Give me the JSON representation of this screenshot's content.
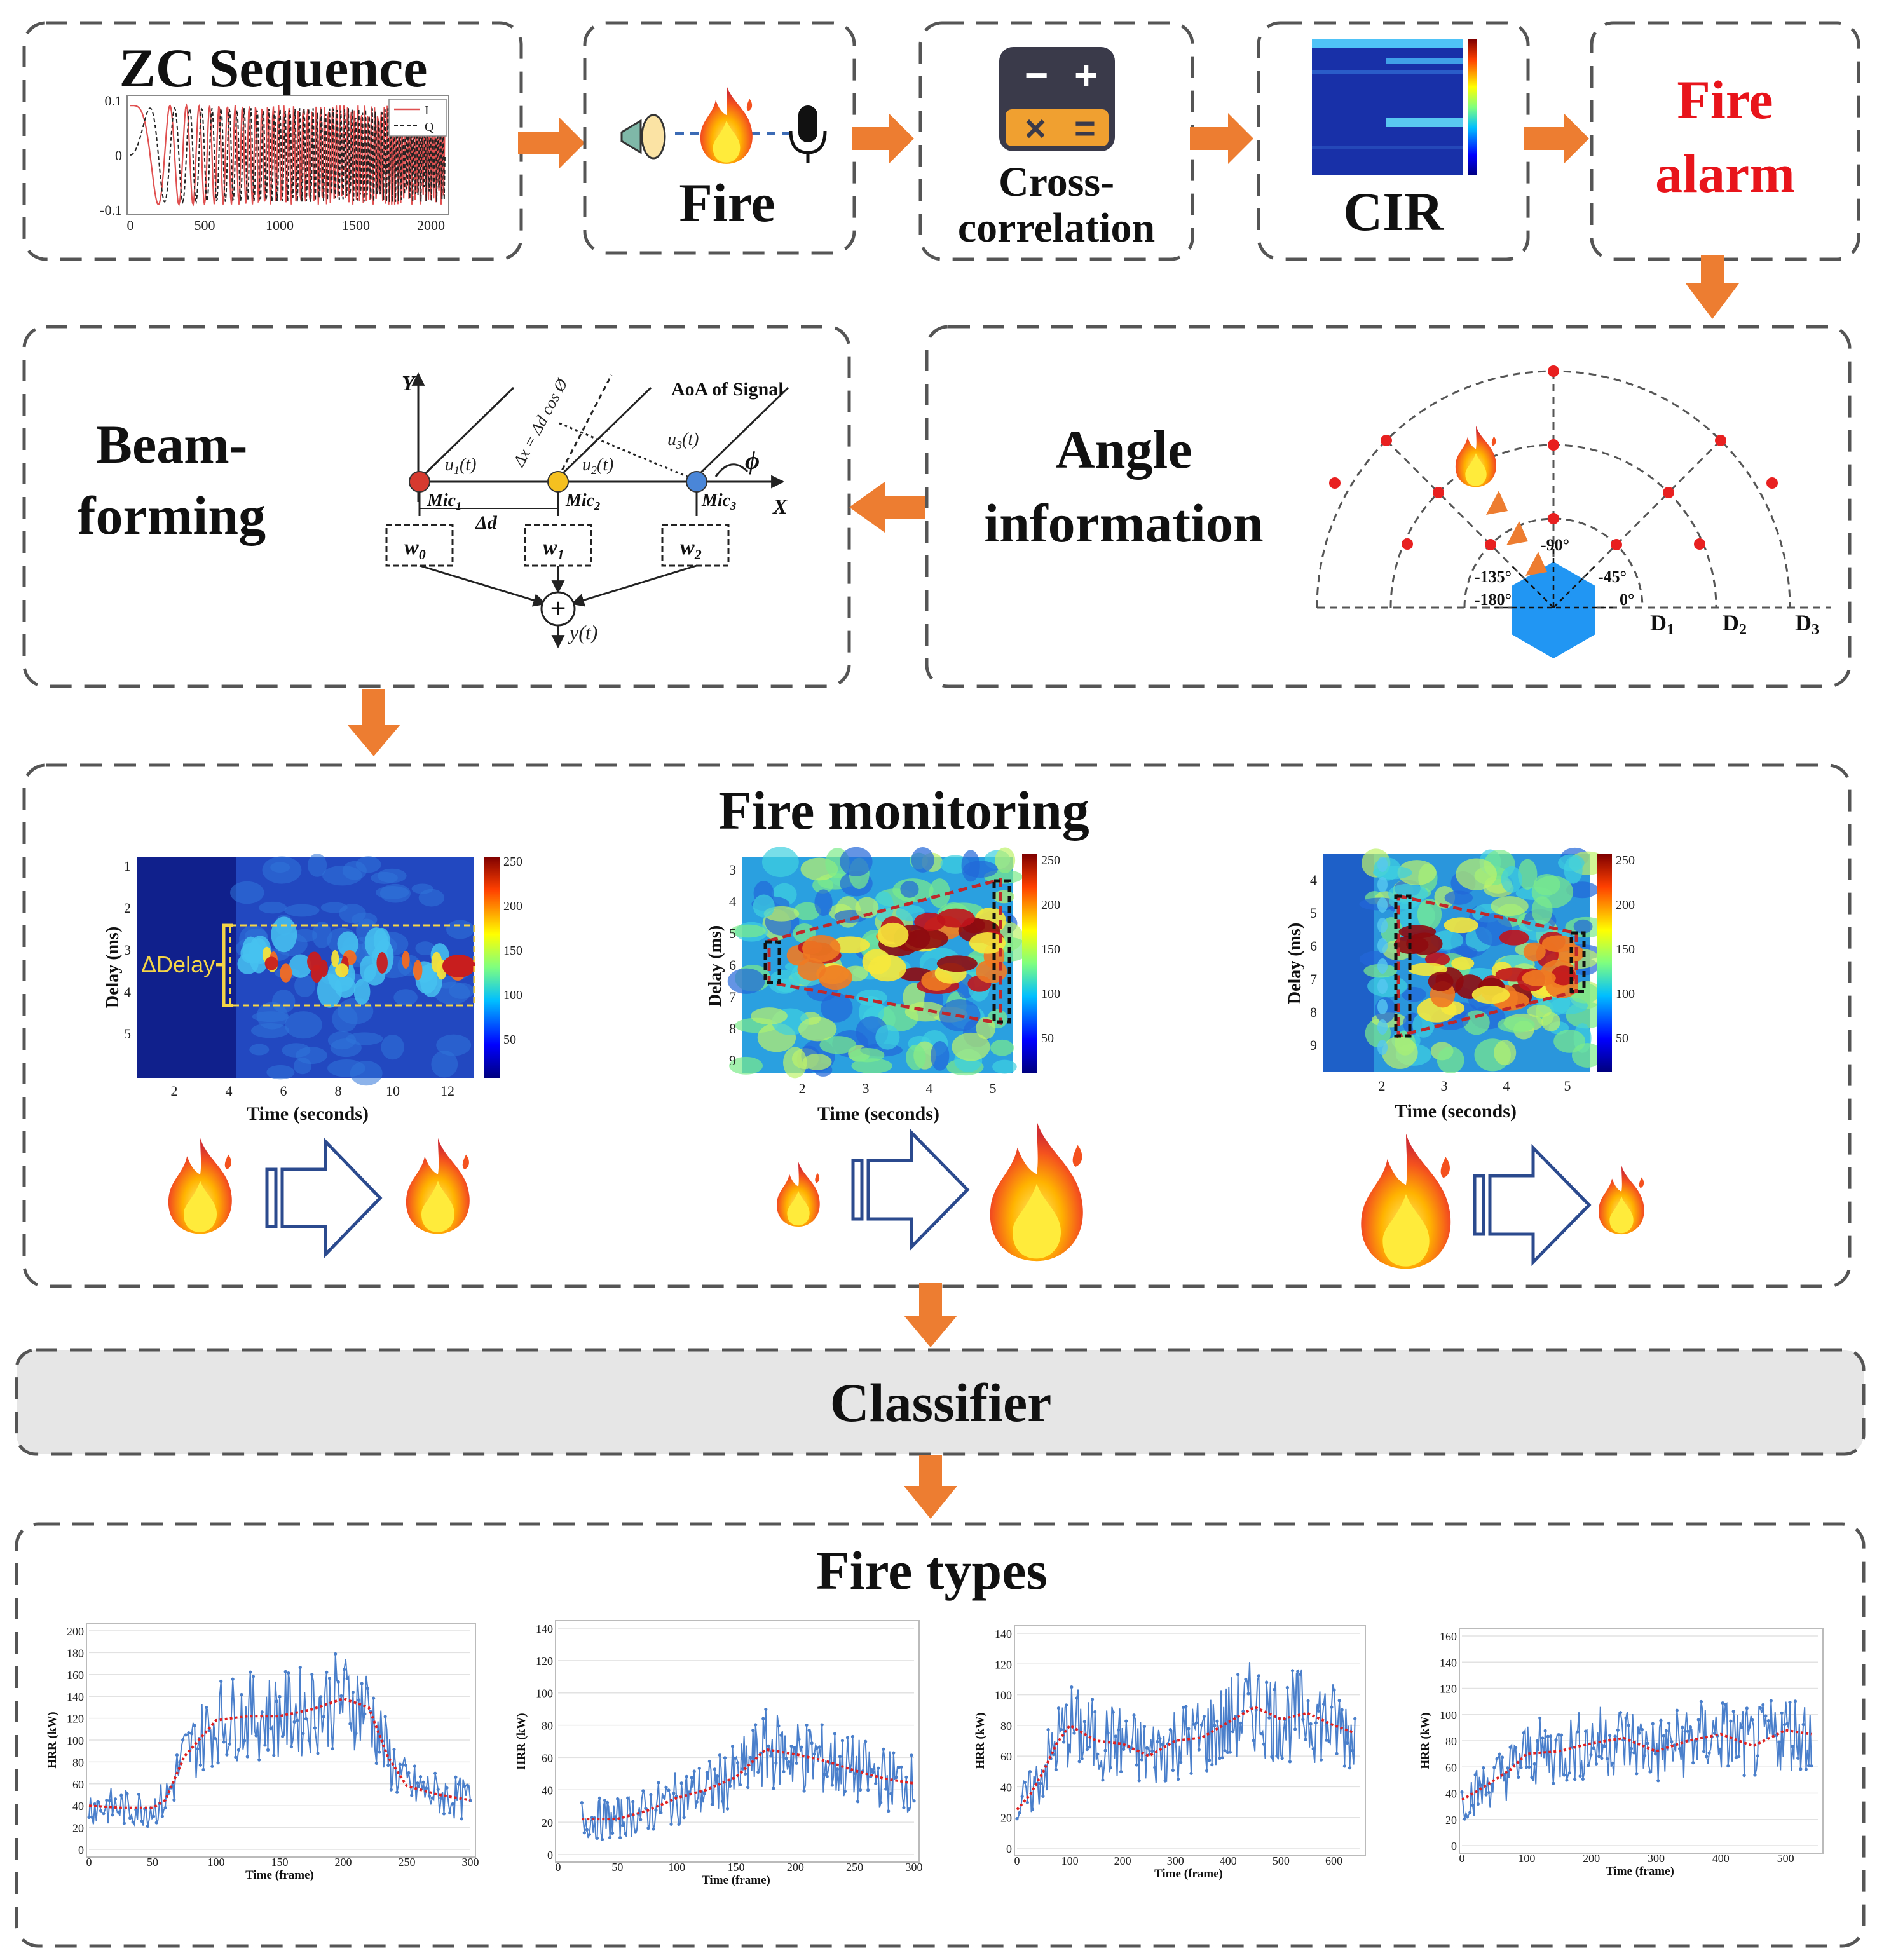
{
  "colors": {
    "arrow": "#ED7D31",
    "alarm": "#E8141B",
    "box_border": "#555555",
    "classifier_bg": "#E6E6E6",
    "hrr_line": "#4A7FCB",
    "hrr_trend": "#E02020"
  },
  "top_row": {
    "zc": {
      "title": "ZC Sequence",
      "y_ticks": [
        "0.1",
        "0",
        "-0.1"
      ],
      "x_ticks": [
        "0",
        "500",
        "1000",
        "1500",
        "2000"
      ],
      "legend": [
        "I",
        "Q"
      ]
    },
    "fire": {
      "label": "Fire",
      "icons": [
        "speaker-icon",
        "flame-icon",
        "microphone-icon"
      ]
    },
    "xcorr": {
      "label_line1": "Cross-",
      "label_line2": "correlation",
      "icon": "calculator-icon"
    },
    "cir": {
      "label": "CIR"
    },
    "alarm": {
      "line1": "Fire",
      "line2": "alarm"
    }
  },
  "beamforming": {
    "title_line1": "Beam-",
    "title_line2": "forming",
    "axis_y": "Y",
    "axis_x": "X",
    "aoa": "AoA of Signal",
    "dx": "Δx = Δd cos Ø",
    "phi": "ϕ",
    "delta_d": "Δd",
    "mics": [
      "Mic",
      "Mic",
      "Mic"
    ],
    "mic_subs": [
      "1",
      "2",
      "3"
    ],
    "u_labels": [
      "u",
      "u",
      "u"
    ],
    "u_subs": [
      "1",
      "2",
      "3"
    ],
    "u_suffix": "(t)",
    "weights": [
      "w",
      "w",
      "w"
    ],
    "weight_subs": [
      "0",
      "1",
      "2"
    ],
    "sum": "+",
    "output": "y(t)"
  },
  "angle": {
    "title_line1": "Angle",
    "title_line2": "information",
    "angles": [
      "-90°",
      "-135°",
      "-45°",
      "-180°",
      "0°"
    ],
    "rings": [
      "D",
      "D",
      "D"
    ],
    "ring_subs": [
      "1",
      "2",
      "3"
    ]
  },
  "monitoring": {
    "title": "Fire monitoring",
    "colorbar_ticks": [
      "250",
      "200",
      "150",
      "100",
      "50"
    ],
    "xlabel": "Time (seconds)",
    "ylabel": "Delay (ms)",
    "panel1": {
      "y_ticks": [
        "1",
        "2",
        "3",
        "4",
        "5"
      ],
      "x_ticks": [
        "2",
        "4",
        "6",
        "8",
        "10",
        "12"
      ],
      "annotation": "ΔDelay"
    },
    "panel2": {
      "y_ticks": [
        "3",
        "4",
        "5",
        "6",
        "7",
        "8",
        "9"
      ],
      "x_ticks": [
        "2",
        "3",
        "4",
        "5"
      ]
    },
    "panel3": {
      "y_ticks": [
        "4",
        "5",
        "6",
        "7",
        "8",
        "9"
      ],
      "x_ticks": [
        "2",
        "3",
        "4",
        "5"
      ]
    }
  },
  "classifier": {
    "label": "Classifier"
  },
  "fire_types": {
    "title": "Fire types",
    "xlabel": "Time (frame)",
    "ylabel": "HRR (kW)"
  },
  "chart_data": [
    {
      "type": "line",
      "xlabel": "Time (frame)",
      "ylabel": "HRR (kW)",
      "xlim": [
        0,
        300
      ],
      "ylim": [
        0,
        200
      ],
      "x_ticks": [
        "0",
        "50",
        "100",
        "150",
        "200",
        "250",
        "300"
      ],
      "y_ticks": [
        "0",
        "20",
        "40",
        "60",
        "80",
        "100",
        "120",
        "140",
        "160",
        "180",
        "200"
      ],
      "series": [
        {
          "x": [
            0,
            25,
            50,
            60,
            75,
            100,
            125,
            150,
            175,
            200,
            220,
            235,
            250,
            275,
            300
          ],
          "values": [
            40,
            38,
            38,
            45,
            85,
            118,
            122,
            122,
            128,
            138,
            130,
            85,
            58,
            50,
            45
          ]
        }
      ]
    },
    {
      "type": "line",
      "xlabel": "Time (frame)",
      "ylabel": "HRR (kW)",
      "xlim": [
        0,
        300
      ],
      "ylim": [
        0,
        140
      ],
      "x_ticks": [
        "0",
        "50",
        "100",
        "150",
        "200",
        "250",
        "300"
      ],
      "y_ticks": [
        "0",
        "20",
        "40",
        "60",
        "80",
        "100",
        "120",
        "140"
      ],
      "series": [
        {
          "x": [
            20,
            50,
            75,
            100,
            125,
            150,
            175,
            200,
            225,
            250,
            275,
            300
          ],
          "values": [
            22,
            22,
            27,
            35,
            40,
            48,
            65,
            62,
            58,
            52,
            47,
            44
          ]
        }
      ]
    },
    {
      "type": "line",
      "xlabel": "Time (frame)",
      "ylabel": "HRR (kW)",
      "xlim": [
        0,
        650
      ],
      "ylim": [
        0,
        140
      ],
      "x_ticks": [
        "0",
        "100",
        "200",
        "300",
        "400",
        "500",
        "600"
      ],
      "y_ticks": [
        "0",
        "20",
        "40",
        "60",
        "80",
        "100",
        "120",
        "140"
      ],
      "series": [
        {
          "x": [
            0,
            25,
            50,
            75,
            100,
            150,
            200,
            250,
            300,
            350,
            400,
            450,
            500,
            550,
            600,
            640
          ],
          "values": [
            25,
            35,
            50,
            68,
            80,
            70,
            68,
            60,
            70,
            72,
            82,
            92,
            84,
            88,
            80,
            75
          ]
        }
      ]
    },
    {
      "type": "line",
      "xlabel": "Time (frame)",
      "ylabel": "HRR (kW)",
      "xlim": [
        0,
        550
      ],
      "ylim": [
        0,
        160
      ],
      "x_ticks": [
        "0",
        "100",
        "200",
        "300",
        "400",
        "500"
      ],
      "y_ticks": [
        "0",
        "20",
        "40",
        "60",
        "80",
        "100",
        "120",
        "140",
        "160"
      ],
      "series": [
        {
          "x": [
            0,
            25,
            50,
            75,
            100,
            150,
            200,
            250,
            300,
            350,
            400,
            450,
            500,
            540
          ],
          "values": [
            35,
            42,
            50,
            58,
            70,
            72,
            78,
            82,
            72,
            80,
            85,
            76,
            88,
            85
          ]
        }
      ]
    }
  ]
}
